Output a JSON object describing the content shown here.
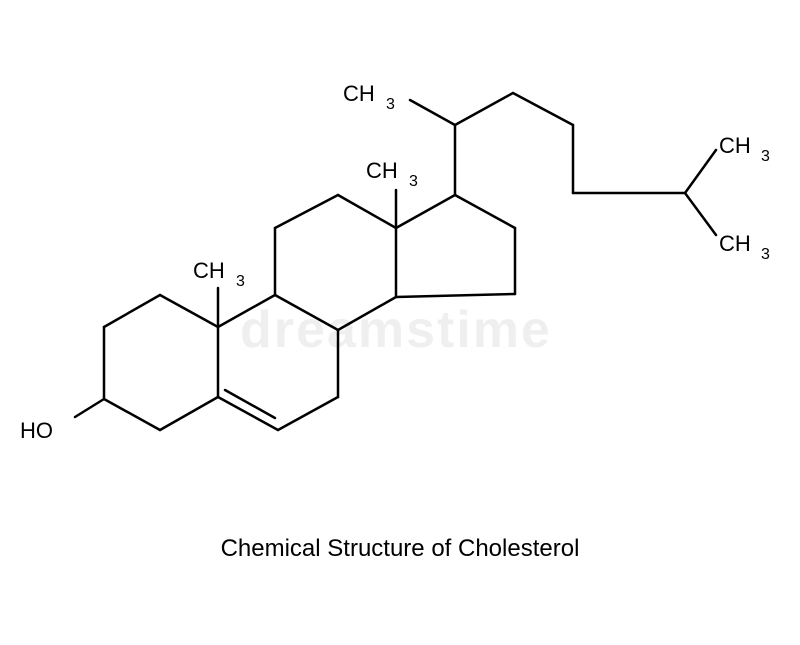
{
  "caption": "Chemical Structure of Cholesterol",
  "watermark_text": "dreamstime",
  "colors": {
    "background": "#ffffff",
    "bonds": "#000000"
  },
  "labels": {
    "ho": "HO",
    "ch": "CH",
    "three": "3"
  }
}
